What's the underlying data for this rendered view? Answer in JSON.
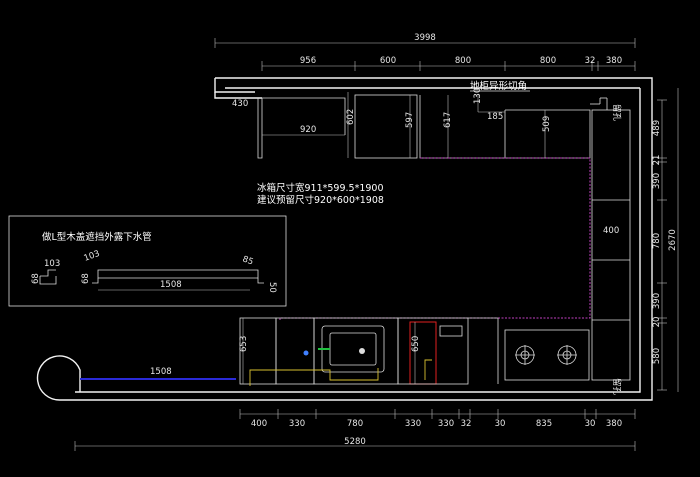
{
  "dims_top": {
    "total": "3998",
    "seg": [
      "956",
      "600",
      "800",
      "800",
      "32",
      "380"
    ]
  },
  "dims_bottom": {
    "total": "5280",
    "seg": [
      "400",
      "330",
      "780",
      "330",
      "330",
      "32",
      "30",
      "835",
      "30",
      "380"
    ]
  },
  "dims_right": {
    "total": "2670",
    "seg": [
      "489",
      "21",
      "390",
      "780",
      "390",
      "20",
      "580"
    ]
  },
  "labels": {
    "corner_cut": "地柜异形切角",
    "top_430": "430",
    "top_920": "920",
    "top_602": "602",
    "top_597": "597",
    "top_617": "617",
    "top_130": "130",
    "top_185": "185",
    "top_509": "509",
    "right_400": "400",
    "bottom_653": "653",
    "bottom_650": "650",
    "bottom_1508": "1508",
    "gap_top": "留孔",
    "gap_bottom": "留孔"
  },
  "notes": {
    "fridge_line1": "冰箱尺寸宽911*599.5*1900",
    "fridge_line2": "建议预留尺寸920*600*1908"
  },
  "detail": {
    "title": "做L型木盖遮挡外露下水管",
    "d103": "103",
    "d68": "68",
    "d103b": "103",
    "d68b": "68",
    "d85": "85",
    "d50": "50",
    "d1508": "1508"
  }
}
